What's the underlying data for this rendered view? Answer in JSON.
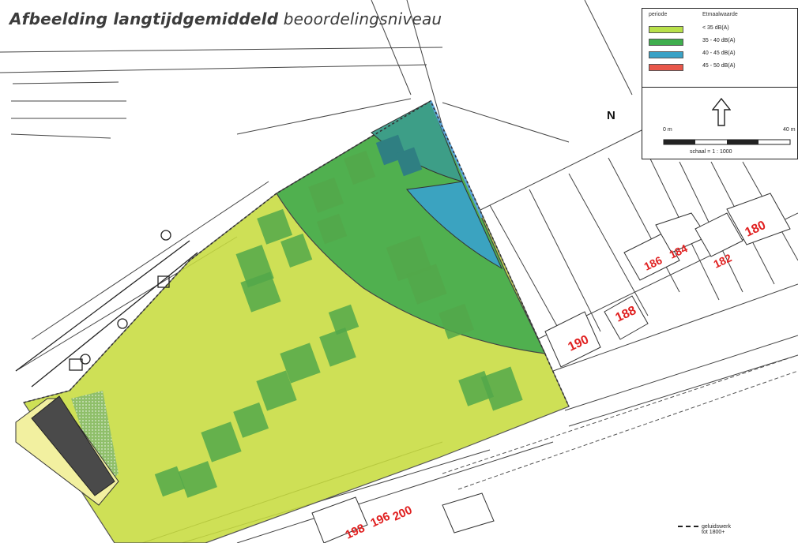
{
  "title": {
    "bold_part": "Afbeelding langtijdgemiddeld",
    "regular_part": "beoordelingsniveau"
  },
  "legend": {
    "header_left": "periode",
    "header_right": "Etmaalwaarde",
    "items": [
      {
        "label": "< 35 dB(A)",
        "color": "#b8e04a"
      },
      {
        "label": "35 - 40 dB(A)",
        "color": "#3fae4e"
      },
      {
        "label": "40 - 45 dB(A)",
        "color": "#3aa2c6"
      },
      {
        "label": "45 - 50 dB(A)",
        "color": "#e8574a"
      }
    ],
    "scale_start": "0 m",
    "scale_end": "40 m",
    "scale_text": "schaal = 1 : 1000"
  },
  "north": {
    "label": "N"
  },
  "house_numbers": [
    "180",
    "182",
    "184",
    "186",
    "188",
    "190",
    "196",
    "198",
    "200"
  ],
  "footnote": {
    "line1": "geluidswerk",
    "line2": "tot 1800+"
  },
  "icons": {
    "north": "north-arrow-icon"
  }
}
